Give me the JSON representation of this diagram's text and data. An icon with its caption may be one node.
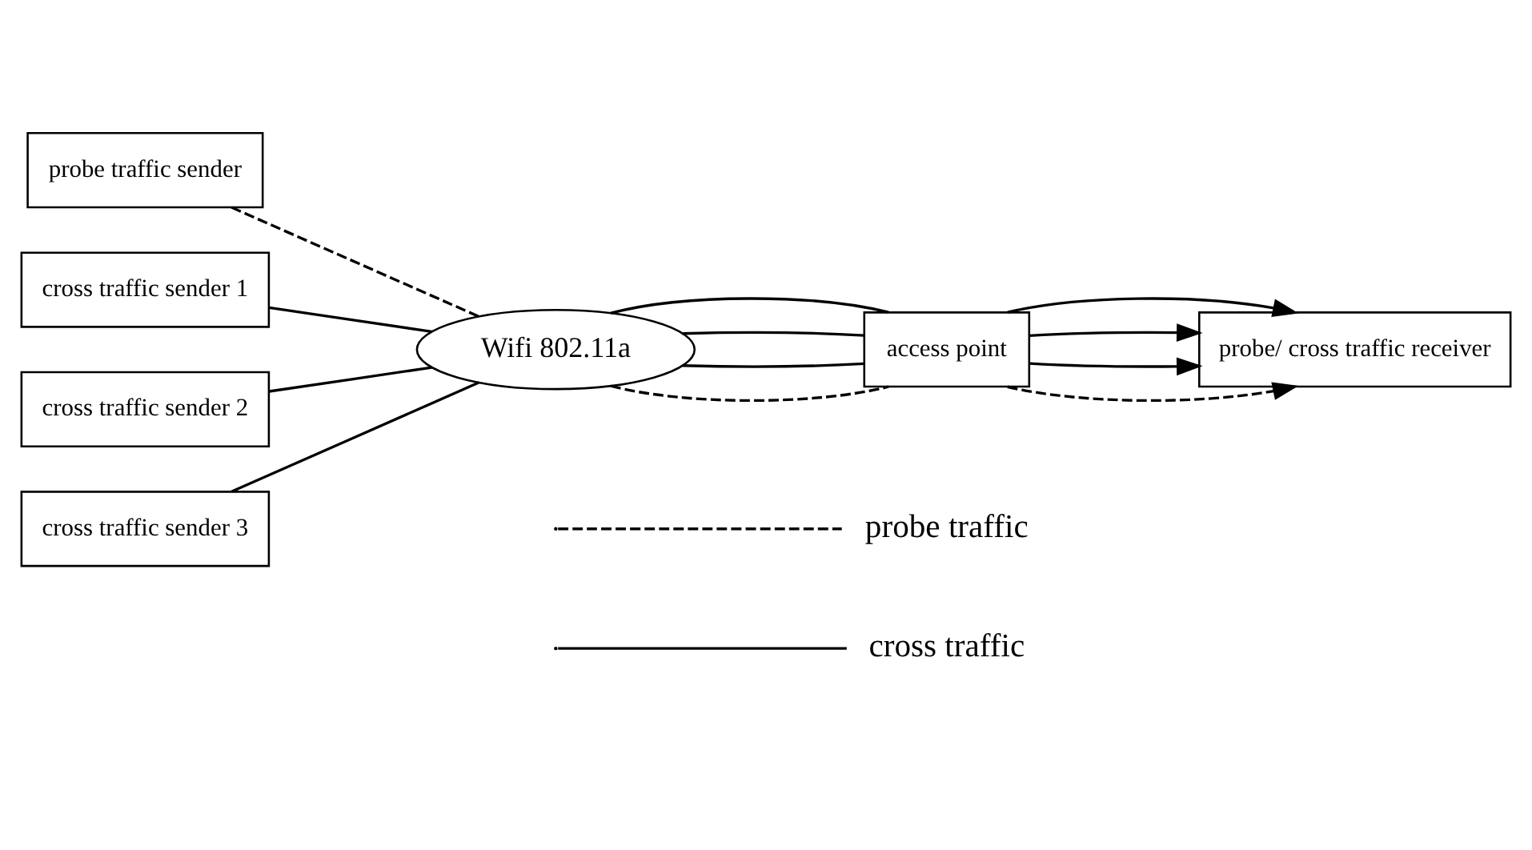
{
  "diagram": {
    "nodes": [
      {
        "text": [
          "probe traffic sender"
        ]
      },
      {
        "text": [
          "cross traffic sender 1"
        ]
      },
      {
        "text": [
          "cross traffic sender 2"
        ]
      },
      {
        "text": [
          "cross traffic sender 3"
        ]
      },
      {
        "text": [
          "Wifi 802.11a"
        ]
      },
      {
        "text": [
          "access point"
        ]
      },
      {
        "text": [
          "probe/ cross traffic receiver"
        ]
      }
    ],
    "edges": [
      {
        "from": 0,
        "to": 4,
        "arrow": "none",
        "style": "dashed"
      },
      {
        "from": 1,
        "to": 4,
        "arrow": "none"
      },
      {
        "from": 2,
        "to": 4,
        "arrow": "none"
      },
      {
        "from": 3,
        "to": 4,
        "arrow": "none"
      },
      {
        "from": 4,
        "to": 5,
        "arrow": "none",
        "style": "dashed"
      },
      {
        "from": 4,
        "to": 5,
        "arrow": "none"
      },
      {
        "from": 4,
        "to": 5,
        "arrow": "none"
      },
      {
        "from": 4,
        "to": 5,
        "arrow": "none"
      },
      {
        "from": 5,
        "to": 6,
        "arrow": "to",
        "style": "dashed"
      },
      {
        "from": 5,
        "to": 6,
        "arrow": "to"
      },
      {
        "from": 5,
        "to": 6,
        "arrow": "to"
      },
      {
        "from": 5,
        "to": 6,
        "arrow": "to"
      }
    ],
    "legend": [
      {
        "text": "probe traffic"
      },
      {
        "text": "cross traffic"
      }
    ]
  }
}
